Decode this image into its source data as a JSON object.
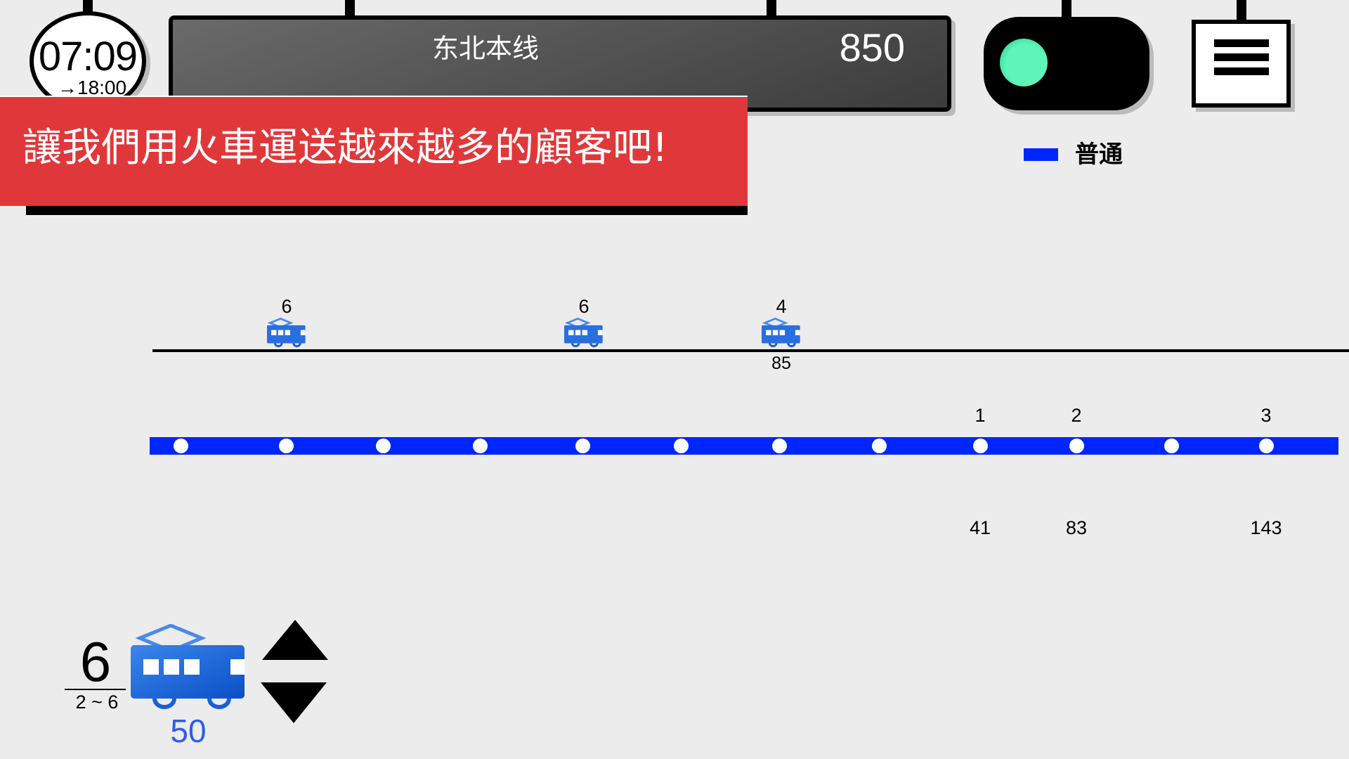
{
  "clock": {
    "time": "07:09",
    "end_time": "18:00",
    "arrow": "→"
  },
  "board": {
    "line_name": "东北本线",
    "money": "850"
  },
  "signal": {
    "state": "green",
    "color": "#5ff5b8"
  },
  "banner": {
    "message": "讓我們用火車運送越來越多的顧客吧!"
  },
  "legend": {
    "label": "普通",
    "color": "#0026ff"
  },
  "trains": [
    {
      "cars": "6",
      "passengers": ""
    },
    {
      "cars": "6",
      "passengers": ""
    },
    {
      "cars": "4",
      "passengers": "85"
    }
  ],
  "stations": [
    {
      "label": "",
      "waiting": ""
    },
    {
      "label": "",
      "waiting": ""
    },
    {
      "label": "",
      "waiting": ""
    },
    {
      "label": "",
      "waiting": ""
    },
    {
      "label": "",
      "waiting": ""
    },
    {
      "label": "",
      "waiting": ""
    },
    {
      "label": "",
      "waiting": ""
    },
    {
      "label": "",
      "waiting": ""
    },
    {
      "label": "1",
      "waiting": "41"
    },
    {
      "label": "2",
      "waiting": "83"
    },
    {
      "label": "",
      "waiting": ""
    },
    {
      "label": "3",
      "waiting": "143"
    }
  ],
  "control": {
    "cars": "6",
    "range": "2 ~ 6",
    "cost": "50"
  },
  "colors": {
    "route": "#0026ff",
    "banner": "#e0383a",
    "train": "#2f74e0"
  }
}
